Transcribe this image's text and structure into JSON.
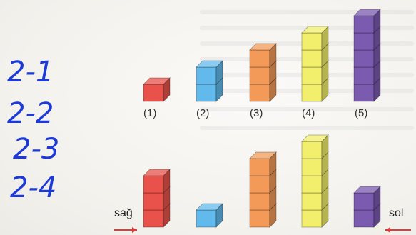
{
  "handwriting": [
    "2-1",
    "2-2",
    "2-3",
    "2-4"
  ],
  "top_row": {
    "towers": [
      {
        "label": "(1)",
        "height": 1,
        "color": "#e8524a"
      },
      {
        "label": "(2)",
        "height": 2,
        "color": "#62b9ec"
      },
      {
        "label": "(3)",
        "height": 3,
        "color": "#f39a58"
      },
      {
        "label": "(4)",
        "height": 4,
        "color": "#f2ef6c"
      },
      {
        "label": "(5)",
        "height": 5,
        "color": "#7b5bb0"
      }
    ]
  },
  "bottom_row": {
    "left_label": "sağ",
    "right_label": "sol",
    "towers": [
      {
        "height": 3,
        "color": "#e8524a"
      },
      {
        "height": 1,
        "color": "#62b9ec"
      },
      {
        "height": 4,
        "color": "#f39a58"
      },
      {
        "height": 5,
        "color": "#f2ef6c"
      },
      {
        "height": 2,
        "color": "#7b5bb0"
      }
    ]
  },
  "arrow_color": "#e23a3a"
}
